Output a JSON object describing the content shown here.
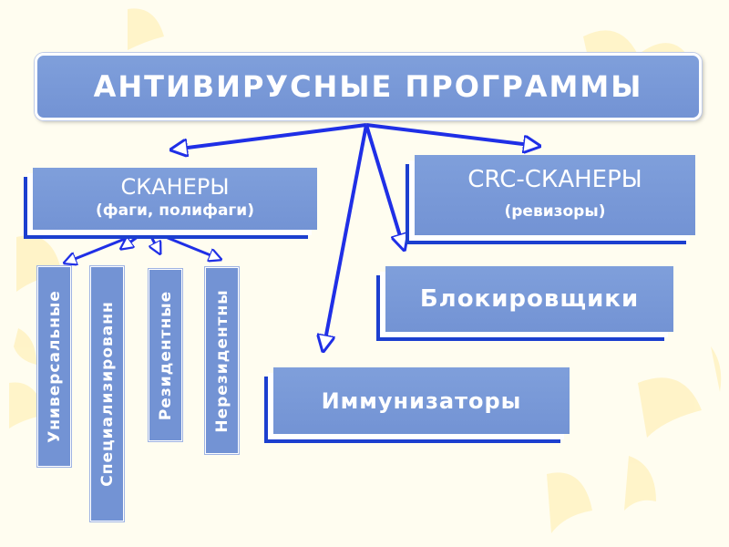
{
  "diagram": {
    "title": "АНТИВИРУСНЫЕ ПРОГРАММЫ",
    "scanners": {
      "title": "СКАНЕРЫ",
      "subtitle": "(фаги, полифаги)"
    },
    "crc_scanners": {
      "title": "CRC-СКАНЕРЫ",
      "subtitle": "(ревизоры)"
    },
    "blockers": "Блокировщики",
    "immunizers": "Иммунизаторы",
    "scanner_types": [
      "Универсальные",
      "Специализированн",
      "Резидентные",
      "Нерезидентны"
    ]
  },
  "colors": {
    "box_fill": "#7393d4",
    "box_shadow": "#1c3fcf",
    "arrow": "#1f2fe6",
    "background": "#fffdf0",
    "butterflies": "#fff3c4"
  }
}
